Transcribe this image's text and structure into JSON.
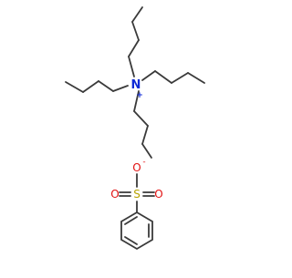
{
  "molecule": {
    "colors": {
      "bond": "#3a3a3a",
      "nitrogen": "#0f2ad6",
      "oxygen": "#e21212",
      "sulfur": "#b8a300"
    },
    "cation": {
      "center_atom": "N",
      "charge": "+"
    },
    "anion": {
      "sulfur": "S",
      "oxygen_top": "O",
      "oxygen_top_charge": "-",
      "oxygen_left": "O",
      "oxygen_right": "O"
    }
  }
}
